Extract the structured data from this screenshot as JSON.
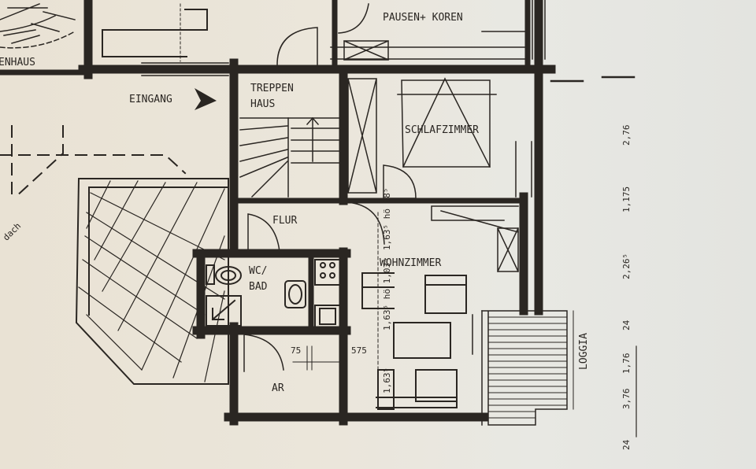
{
  "plan": {
    "type": "floor plan (photograph of printed drawing)",
    "colors": {
      "paper_left": "#e9e2d4",
      "paper_right": "#e3e4e0",
      "ink": "#2a2622"
    },
    "rooms": [
      {
        "id": "treppenhaus_top",
        "label": "ENHAUS"
      },
      {
        "id": "pausen_koren",
        "label": "PAUSEN+ KOREN"
      },
      {
        "id": "treppenhaus",
        "label_line1": "TREPPEN",
        "label_line2": "HAUS"
      },
      {
        "id": "schlafzimmer",
        "label": "SCHLAFZIMMER"
      },
      {
        "id": "flur",
        "label": "FLUR"
      },
      {
        "id": "wc_bad",
        "label_line1": "WC/",
        "label_line2": "BAD"
      },
      {
        "id": "wohnzimmer",
        "label": "WOHNZIMMER"
      },
      {
        "id": "abstellraum",
        "label": "AR"
      },
      {
        "id": "loggia",
        "label": "LOGGIA"
      }
    ],
    "annotations": {
      "entrance": "EINGANG",
      "roof": "dach",
      "dim_75": "75",
      "dim_575": "575",
      "dim_vertical_1": "1,63⁵ hö 88⁵",
      "dim_vertical_2": "1,63⁵ hö 1,03⁵",
      "dim_vertical_3": "1,63⁵"
    },
    "right_dimensions": {
      "d1": "2,76",
      "d2": "1,175",
      "d3": "2,26⁵",
      "d4": "24",
      "d5": "1,76",
      "d6": "3,76",
      "d7": "24"
    }
  }
}
